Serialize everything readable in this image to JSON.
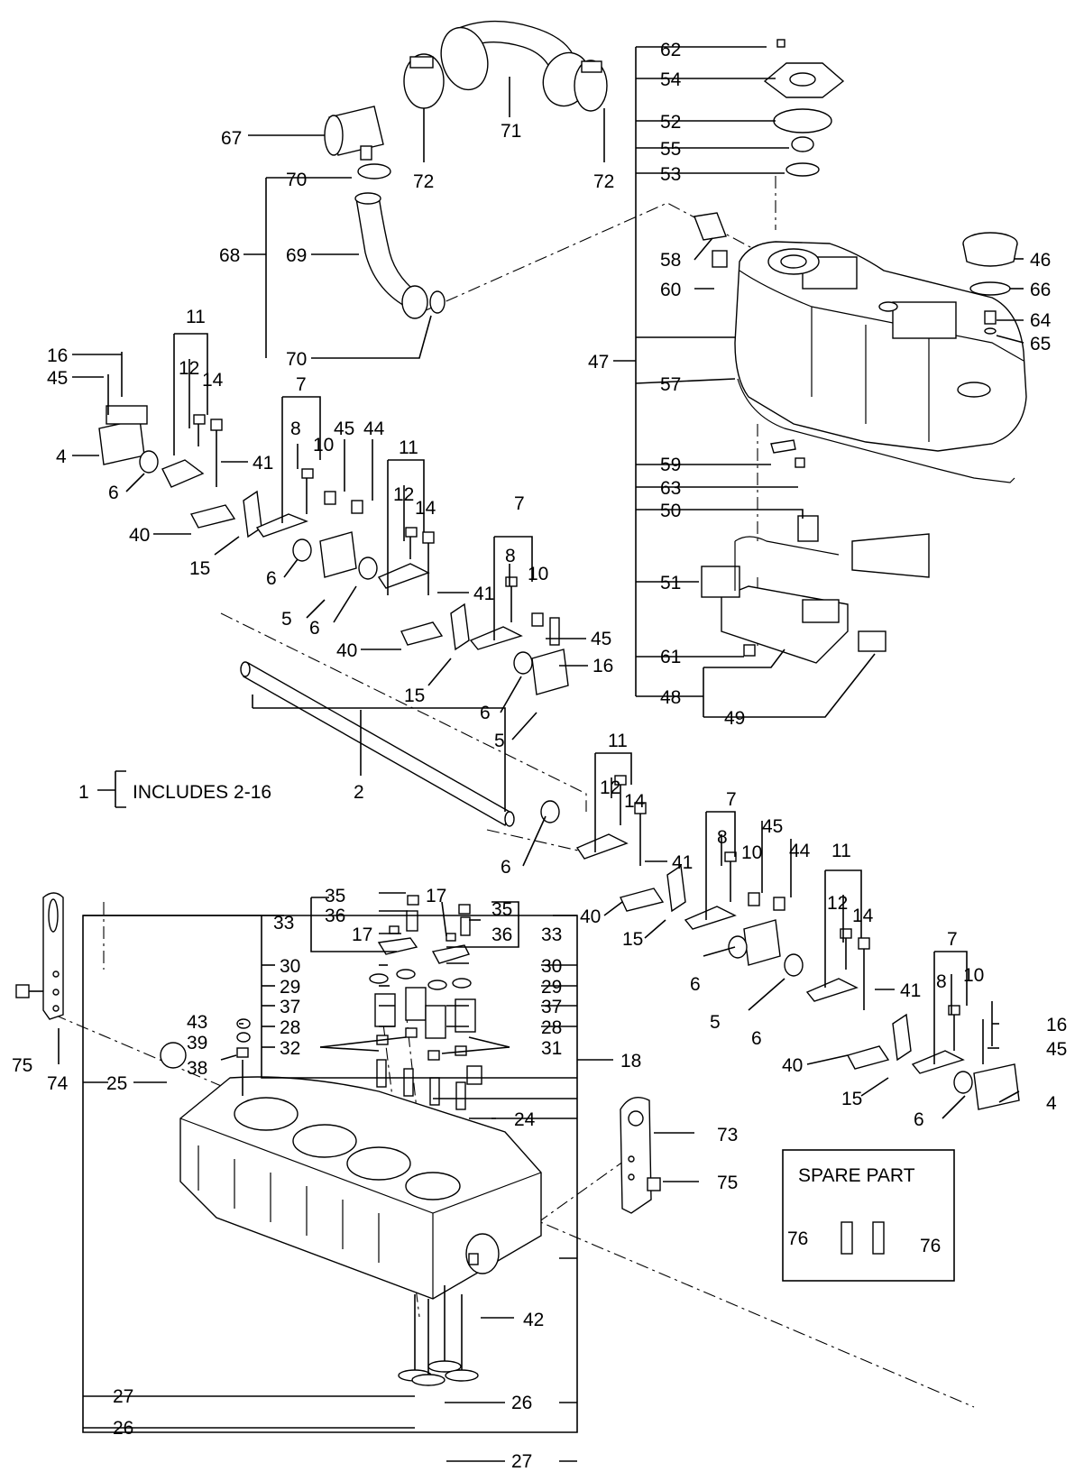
{
  "labels": {
    "l62": "62",
    "l54": "54",
    "l52": "52",
    "l55": "55",
    "l53": "53",
    "l71": "71",
    "l67": "67",
    "l72a": "72",
    "l72b": "72",
    "l70a": "70",
    "l68": "68",
    "l69": "69",
    "l70b": "70",
    "l58": "58",
    "l60": "60",
    "l47": "47",
    "l57": "57",
    "l46": "46",
    "l66": "66",
    "l64": "64",
    "l65": "65",
    "l59": "59",
    "l63": "63",
    "l50": "50",
    "l51": "51",
    "l61": "61",
    "l48": "48",
    "l49": "49",
    "a11": "11",
    "a12": "12",
    "a14": "14",
    "a16": "16",
    "a45": "45",
    "a4": "4",
    "a41": "41",
    "a6": "6",
    "a40": "40",
    "a15": "15",
    "b7": "7",
    "b8": "8",
    "b10": "10",
    "b45": "45",
    "b44": "44",
    "b6": "6",
    "b5": "5",
    "c11": "11",
    "c12": "12",
    "c14": "14",
    "c41": "41",
    "c6": "6",
    "c40": "40",
    "c15": "15",
    "d7": "7",
    "d8": "8",
    "d10": "10",
    "d45": "45",
    "d16": "16",
    "d6": "6",
    "d5": "5",
    "l2": "2",
    "l1": "1",
    "includes": "INCLUDES 2-16",
    "e6": "6",
    "e11": "11",
    "e12": "12",
    "e14": "14",
    "e41": "41",
    "e40": "40",
    "e15": "15",
    "f7": "7",
    "f8": "8",
    "f10": "10",
    "f45": "45",
    "f44": "44",
    "f6": "6",
    "f5": "5",
    "f6b": "6",
    "g11": "11",
    "g12": "12",
    "g14": "14",
    "g41": "41",
    "g40": "40",
    "g15": "15",
    "h7": "7",
    "h8": "8",
    "h10": "10",
    "h16": "16",
    "h45": "45",
    "h6": "6",
    "h4": "4",
    "v35a": "35",
    "v36a": "36",
    "v17a": "17",
    "v33a": "33",
    "v17b": "17",
    "v35b": "35",
    "v36b": "36",
    "v33b": "33",
    "v30a": "30",
    "v29a": "29",
    "v37a": "37",
    "v28a": "28",
    "v30b": "30",
    "v29b": "29",
    "v37b": "37",
    "v28b": "28",
    "v43": "43",
    "v39": "39",
    "v32": "32",
    "v38": "38",
    "v31": "31",
    "v18": "18",
    "v75a": "75",
    "v74": "74",
    "v25": "25",
    "v24": "24",
    "v73": "73",
    "v75b": "75",
    "v42": "42",
    "v27a": "27",
    "v26a": "26",
    "v26b": "26",
    "v27b": "27",
    "spare_title": "SPARE  PART",
    "s76a": "76",
    "s76b": "76"
  }
}
